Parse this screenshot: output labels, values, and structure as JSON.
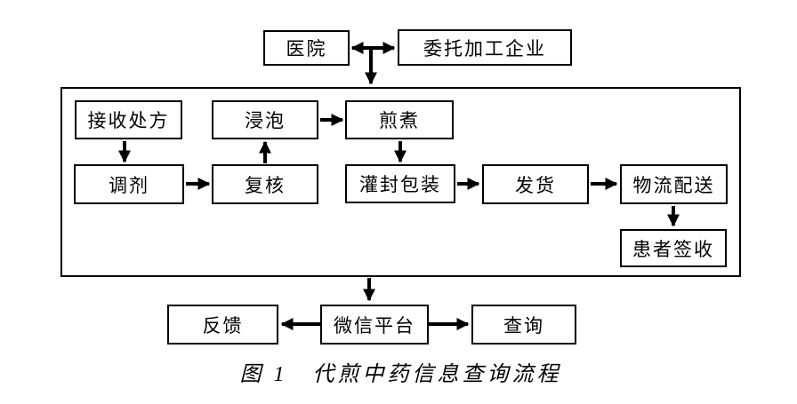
{
  "figure": {
    "caption": "图 1　代煎中药信息查询流程"
  },
  "nodes": {
    "hospital": "医院",
    "enterprise": "委托加工企业",
    "receive": "接收处方",
    "soak": "浸泡",
    "decoct": "煎煮",
    "dispense": "调剂",
    "review": "复核",
    "package": "灌封包装",
    "ship": "发货",
    "logistics": "物流配送",
    "sign": "患者签收",
    "feedback": "反馈",
    "wechat": "微信平台",
    "query": "查询"
  },
  "edges": [
    {
      "from": "hospital",
      "to": "enterprise",
      "bidirectional": true
    },
    {
      "from": "hospital-enterprise-link",
      "to": "process-container",
      "bidirectional": false
    },
    {
      "from": "receive",
      "to": "dispense",
      "bidirectional": false
    },
    {
      "from": "dispense",
      "to": "review",
      "bidirectional": false
    },
    {
      "from": "review",
      "to": "soak",
      "bidirectional": false
    },
    {
      "from": "soak",
      "to": "decoct",
      "bidirectional": false
    },
    {
      "from": "decoct",
      "to": "package",
      "bidirectional": false
    },
    {
      "from": "package",
      "to": "ship",
      "bidirectional": false
    },
    {
      "from": "ship",
      "to": "logistics",
      "bidirectional": false
    },
    {
      "from": "logistics",
      "to": "sign",
      "bidirectional": false
    },
    {
      "from": "process-container",
      "to": "wechat",
      "bidirectional": false
    },
    {
      "from": "wechat",
      "to": "feedback",
      "bidirectional": false
    },
    {
      "from": "wechat",
      "to": "query",
      "bidirectional": false
    }
  ],
  "colors": {
    "line": "#000000",
    "background": "#ffffff",
    "text": "#000000"
  }
}
